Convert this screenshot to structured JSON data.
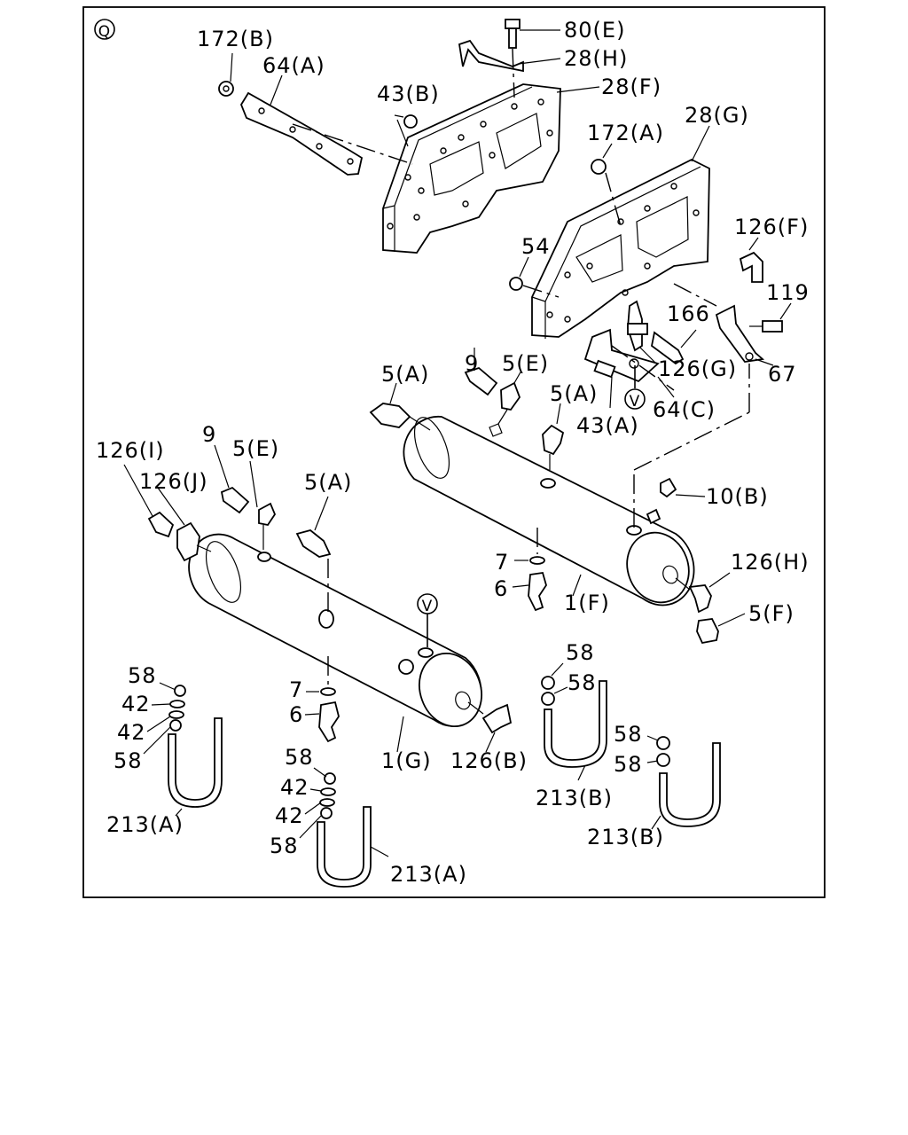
{
  "section_mark": "Q",
  "ref_mark": "V",
  "labels": {
    "l_172B": "172(B)",
    "l_64A": "64(A)",
    "l_43B": "43(B)",
    "l_80E": "80(E)",
    "l_28H": "28(H)",
    "l_28F": "28(F)",
    "l_28G": "28(G)",
    "l_172A": "172(A)",
    "l_54": "54",
    "l_126F": "126(F)",
    "l_119": "119",
    "l_166": "166",
    "l_126G": "126(G)",
    "l_67": "67",
    "l_9a": "9",
    "l_5E_a": "5(E)",
    "l_5A_a": "5(A)",
    "l_5A_b": "5(A)",
    "l_43A": "43(A)",
    "l_64C": "64(C)",
    "l_126I": "126(I)",
    "l_126J": "126(J)",
    "l_9b": "9",
    "l_5E_b": "5(E)",
    "l_5A_c": "5(A)",
    "l_10B": "10(B)",
    "l_7a": "7",
    "l_6a": "6",
    "l_126H": "126(H)",
    "l_1F": "1(F)",
    "l_5F": "5(F)",
    "l_58a": "58",
    "l_42a": "42",
    "l_42b": "42",
    "l_58b": "58",
    "l_7b": "7",
    "l_6b": "6",
    "l_1G": "1(G)",
    "l_126B": "126(B)",
    "l_58c": "58",
    "l_58d": "58",
    "l_213B_a": "213(B)",
    "l_58e": "58",
    "l_58f": "58",
    "l_213B_b": "213(B)",
    "l_213A_a": "213(A)",
    "l_58g": "58",
    "l_42c": "42",
    "l_42d": "42",
    "l_58h": "58",
    "l_213A_b": "213(A)"
  }
}
